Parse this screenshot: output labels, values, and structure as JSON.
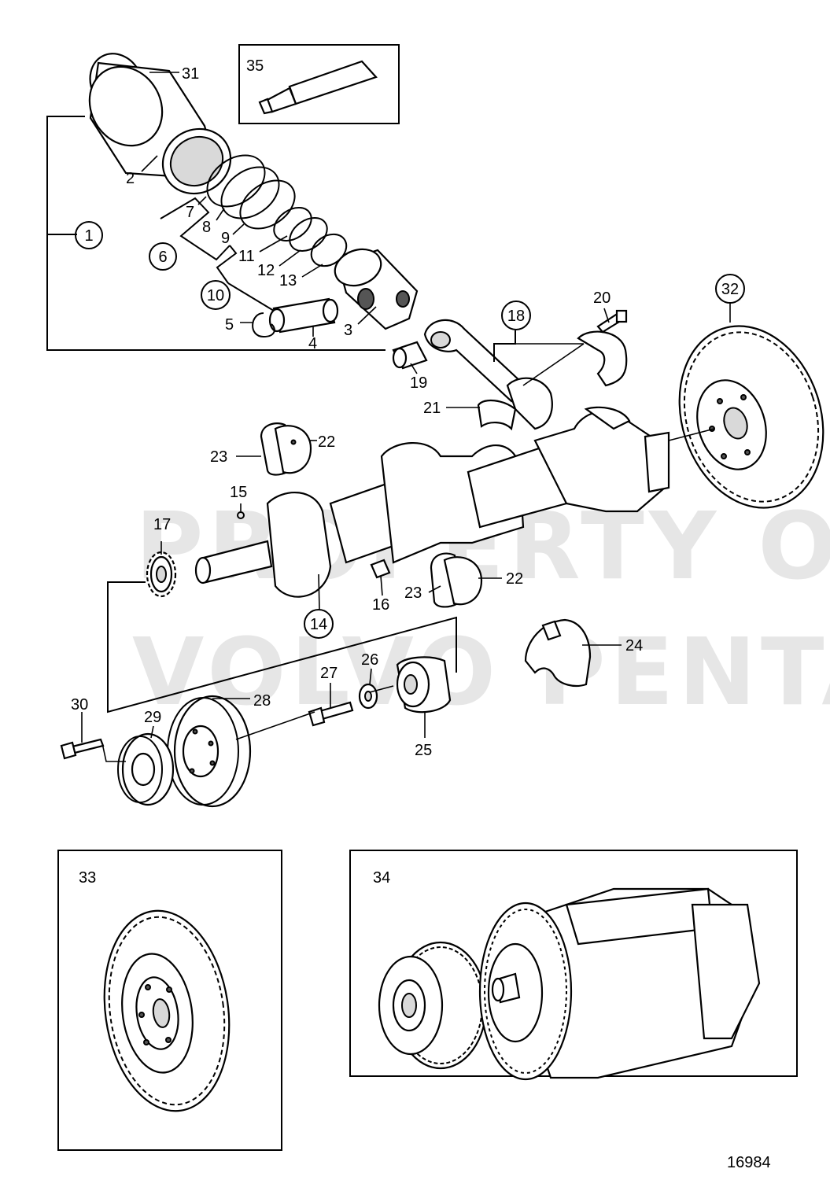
{
  "diagram": {
    "drawing_number": "16984",
    "watermark": [
      "PROPERTY OF",
      "VOLVO PENTA"
    ],
    "callouts": {
      "c1": "1",
      "c2": "2",
      "c3": "3",
      "c4": "4",
      "c5": "5",
      "c6": "6",
      "c7": "7",
      "c8": "8",
      "c9": "9",
      "c10": "10",
      "c11": "11",
      "c12": "12",
      "c13": "13",
      "c14": "14",
      "c15": "15",
      "c16": "16",
      "c17": "17",
      "c18": "18",
      "c19": "19",
      "c20": "20",
      "c21": "21",
      "c22a": "22",
      "c22b": "22",
      "c23a": "23",
      "c23b": "23",
      "c24": "24",
      "c25": "25",
      "c26": "26",
      "c27": "27",
      "c28": "28",
      "c29": "29",
      "c30": "30",
      "c31": "31",
      "c32": "32",
      "c33": "33",
      "c34": "34",
      "c35": "35"
    }
  }
}
